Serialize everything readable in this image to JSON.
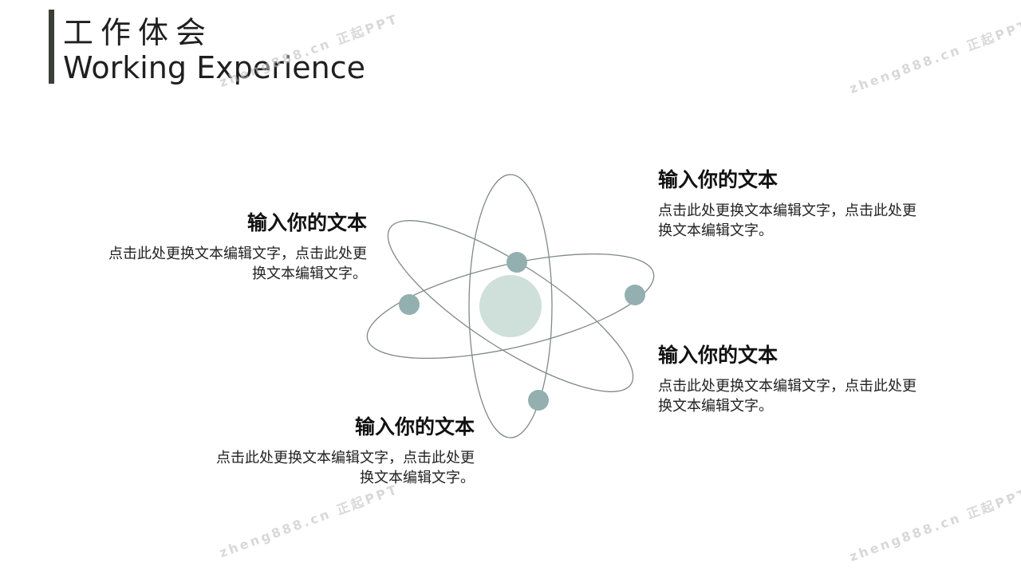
{
  "header": {
    "title_cn": "工作体会",
    "title_en": "Working Experience"
  },
  "watermark": "zheng888.cn 正起PPT",
  "blocks": [
    {
      "heading": "输入你的文本",
      "body": "点击此处更换文本编辑文字，点击此处更换文本编辑文字。"
    },
    {
      "heading": "输入你的文本",
      "body": "点击此处更换文本编辑文字，点击此处更换文本编辑文字。"
    },
    {
      "heading": "输入你的文本",
      "body": "点击此处更换文本编辑文字，点击此处更换文本编辑文字。"
    },
    {
      "heading": "输入你的文本",
      "body": "点击此处更换文本编辑文字，点击此处更换文本编辑文字。"
    }
  ],
  "colors": {
    "accent_bar": "#3b3f36",
    "orbit": "#7f8a87",
    "electron": "#93afb0",
    "nucleus": "#cfdfda"
  }
}
